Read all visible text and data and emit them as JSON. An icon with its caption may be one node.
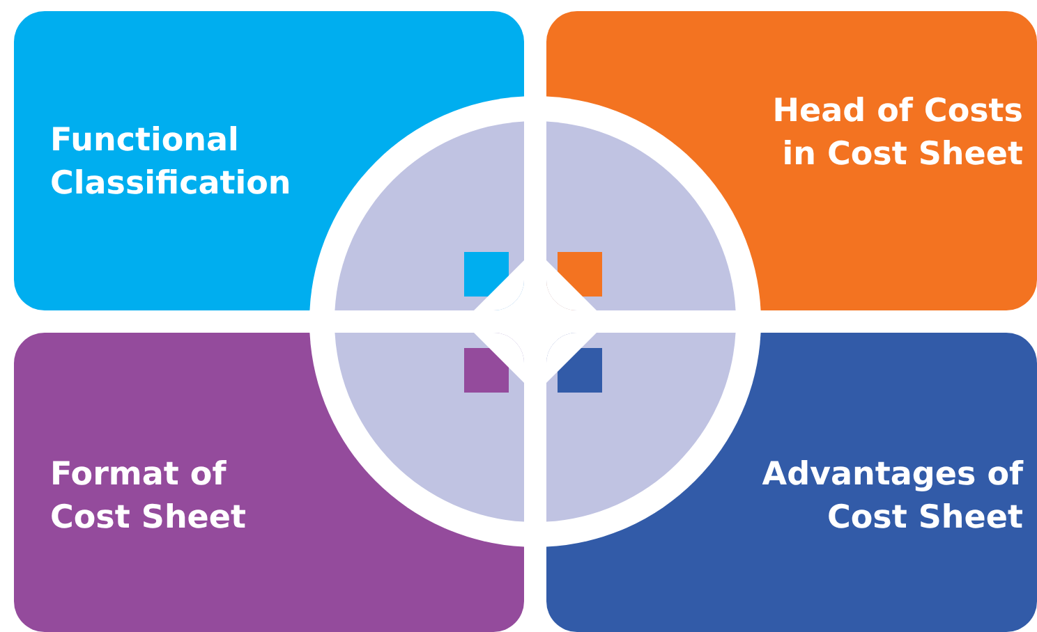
{
  "diagram": {
    "nodes": [
      {
        "text": [
          "Functional Classification"
        ]
      },
      {
        "text": [
          "Head of Costs in Cost Sheet"
        ]
      },
      {
        "text": [
          "Format of Cost Sheet"
        ]
      },
      {
        "text": [
          "Advantages of Cost Sheet"
        ]
      }
    ]
  }
}
